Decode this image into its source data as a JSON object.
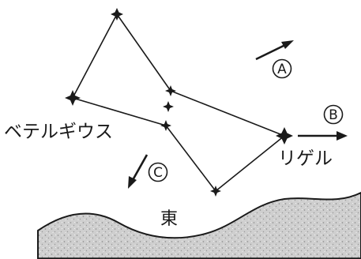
{
  "labels": {
    "betelgeuse": "ベテルギウス",
    "rigel": "リゲル",
    "east": "東"
  },
  "arrow_labels": {
    "a": "A",
    "b": "B",
    "c": "C"
  },
  "colors": {
    "ink": "#1a1a1a",
    "ground": "#c9c9c9"
  }
}
